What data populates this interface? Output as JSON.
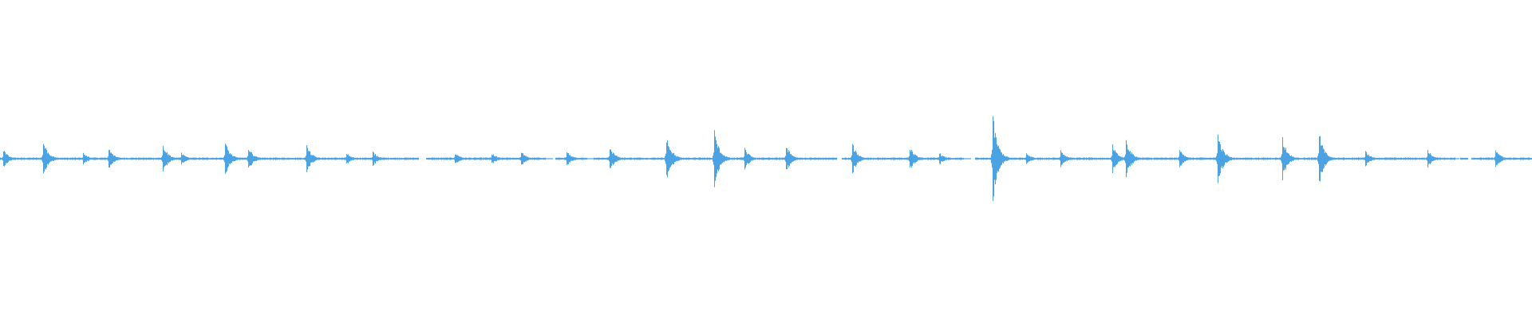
{
  "waveform": {
    "color": "#4ba3e3",
    "background": "#ffffff",
    "duration_fraction_visible": 1.0,
    "transients": [
      {
        "t": 0.002,
        "amp": 0.06
      },
      {
        "t": 0.028,
        "amp": 0.12
      },
      {
        "t": 0.054,
        "amp": 0.04
      },
      {
        "t": 0.071,
        "amp": 0.07
      },
      {
        "t": 0.106,
        "amp": 0.1
      },
      {
        "t": 0.118,
        "amp": 0.04
      },
      {
        "t": 0.147,
        "amp": 0.11
      },
      {
        "t": 0.162,
        "amp": 0.08
      },
      {
        "t": 0.2,
        "amp": 0.09
      },
      {
        "t": 0.226,
        "amp": 0.04
      },
      {
        "t": 0.243,
        "amp": 0.05
      },
      {
        "t": 0.297,
        "amp": 0.04
      },
      {
        "t": 0.321,
        "amp": 0.04
      },
      {
        "t": 0.34,
        "amp": 0.05
      },
      {
        "t": 0.37,
        "amp": 0.05
      },
      {
        "t": 0.398,
        "amp": 0.08
      },
      {
        "t": 0.435,
        "amp": 0.16
      },
      {
        "t": 0.466,
        "amp": 0.19
      },
      {
        "t": 0.486,
        "amp": 0.07
      },
      {
        "t": 0.513,
        "amp": 0.09
      },
      {
        "t": 0.556,
        "amp": 0.1
      },
      {
        "t": 0.594,
        "amp": 0.08
      },
      {
        "t": 0.613,
        "amp": 0.04
      },
      {
        "t": 0.648,
        "amp": 0.28
      },
      {
        "t": 0.67,
        "amp": 0.04
      },
      {
        "t": 0.692,
        "amp": 0.06
      },
      {
        "t": 0.726,
        "amp": 0.09
      },
      {
        "t": 0.735,
        "amp": 0.13
      },
      {
        "t": 0.77,
        "amp": 0.06
      },
      {
        "t": 0.795,
        "amp": 0.17
      },
      {
        "t": 0.837,
        "amp": 0.14
      },
      {
        "t": 0.861,
        "amp": 0.17
      },
      {
        "t": 0.891,
        "amp": 0.05
      },
      {
        "t": 0.932,
        "amp": 0.06
      },
      {
        "t": 0.976,
        "amp": 0.06
      }
    ],
    "gaps": [
      [
        0.273,
        0.278
      ],
      [
        0.356,
        0.362
      ],
      [
        0.383,
        0.387
      ],
      [
        0.49,
        0.494
      ],
      [
        0.546,
        0.549
      ],
      [
        0.629,
        0.636
      ],
      [
        0.95,
        0.953
      ],
      [
        0.958,
        0.96
      ]
    ]
  }
}
